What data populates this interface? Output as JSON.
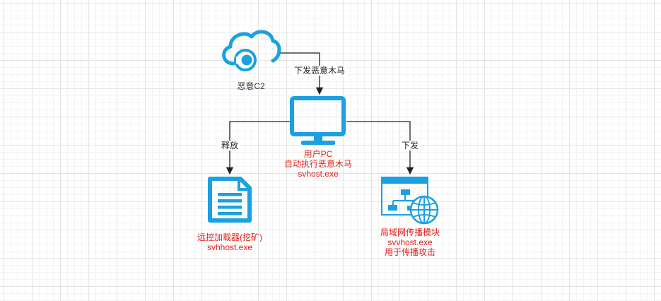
{
  "colors": {
    "icon": "#1ba1e2",
    "label_red": "#e0201c",
    "label_dark": "#333333",
    "edge": "#222222"
  },
  "nodes": {
    "c2": {
      "icon": "cloud-icon",
      "label": "恶意C2"
    },
    "pc": {
      "icon": "monitor-icon",
      "lines": [
        "用户PC",
        "自动执行恶意木马",
        "svhost.exe"
      ]
    },
    "loader": {
      "icon": "document-icon",
      "lines": [
        "远控加载器(挖矿)",
        "svhhost.exe"
      ]
    },
    "spread": {
      "icon": "network-globe-icon",
      "lines": [
        "局域网传播模块",
        "svvhost.exe",
        "用于传播攻击"
      ]
    }
  },
  "edges": {
    "c2_to_pc": "下发恶意木马",
    "pc_to_loader": "释放",
    "pc_to_spread": "下发"
  }
}
